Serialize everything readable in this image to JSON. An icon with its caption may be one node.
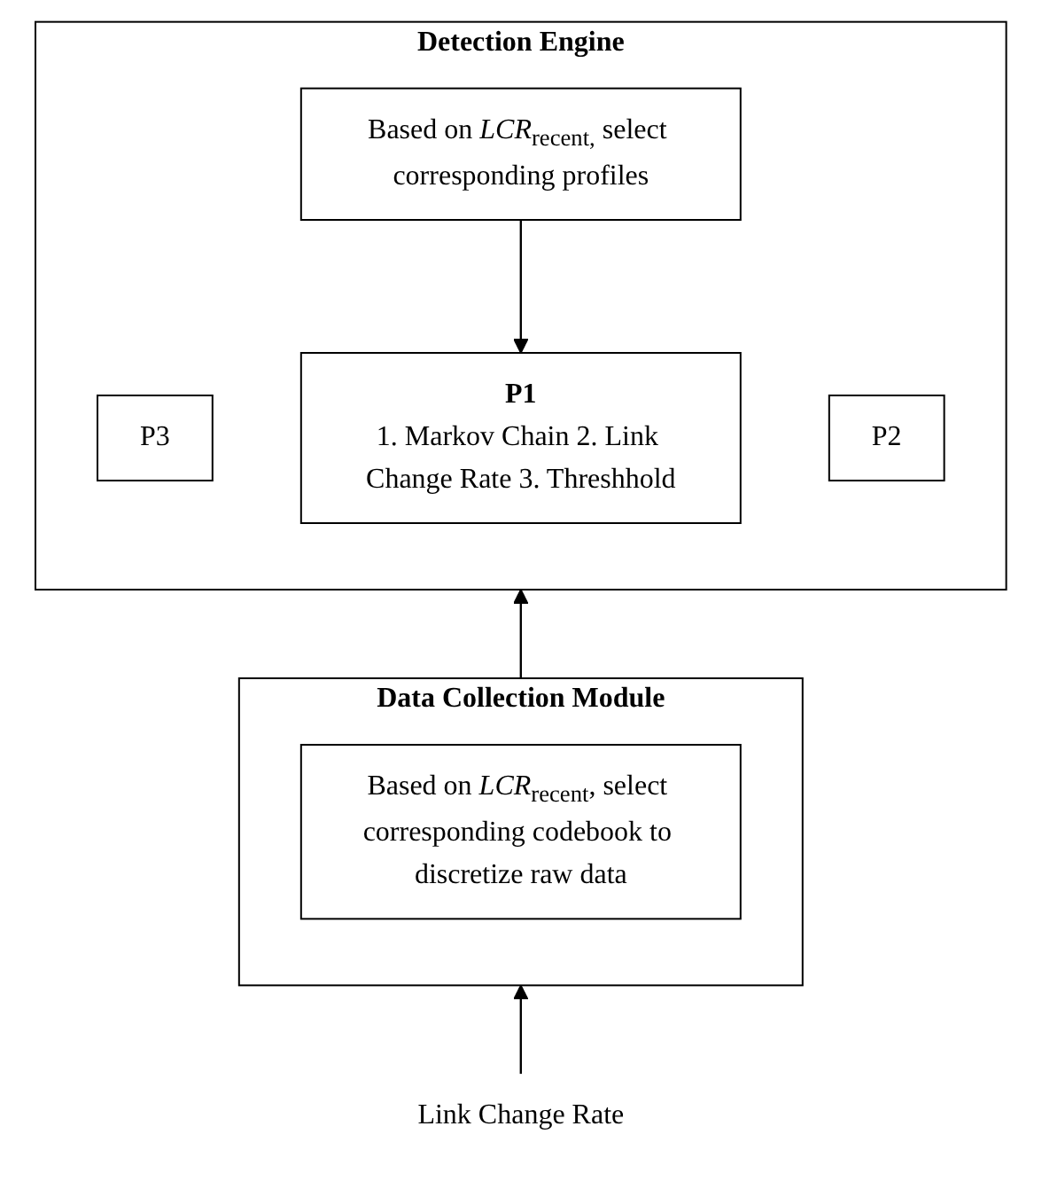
{
  "diagram": {
    "nodes": [
      {
        "text": [
          "Detection Engine"
        ]
      },
      {
        "text": [
          "P3"
        ],
        "in": 0
      },
      {
        "text": [
          "P2"
        ],
        "in": 0
      },
      {
        "text": [
          "P1",
          "1. Markov Chain 2. Link Change Rate 3. Threshhold"
        ],
        "in": 0
      },
      {
        "text": [
          "Based on *LCR*$_{recent,}$ select corresponding profiles"
        ],
        "in": 0
      },
      {
        "text": [
          "Data Collection Module"
        ]
      },
      {
        "text": [
          "Based on *LCR*$_{recent}$, select corresponding codebook to discretize raw data"
        ],
        "in": 5
      },
      {
        "text": [
          "Link Change Rate"
        ]
      }
    ],
    "edges": [
      {
        "from": 7,
        "to": 5,
        "arrow": "to"
      },
      {
        "from": 5,
        "to": 0,
        "arrow": "to"
      },
      {
        "from": 4,
        "to": 3,
        "arrow": "to"
      }
    ]
  }
}
